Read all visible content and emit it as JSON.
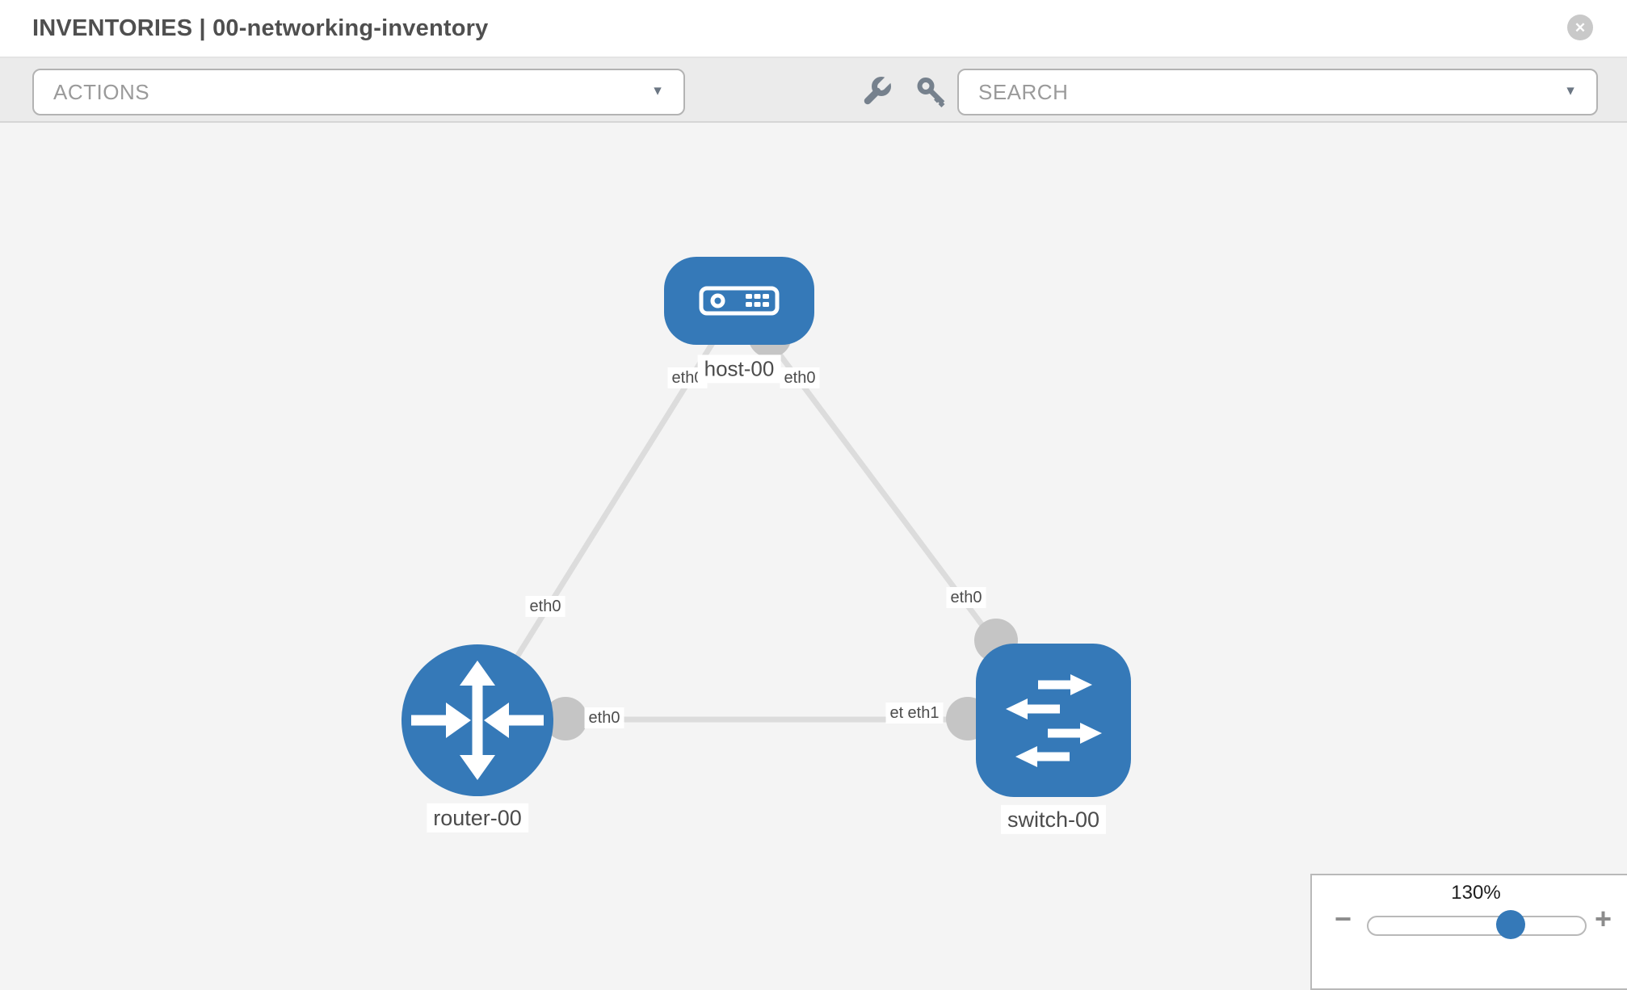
{
  "header": {
    "title": "INVENTORIES | 00-networking-inventory",
    "close_glyph": "✕"
  },
  "toolbar": {
    "actions": {
      "label": "ACTIONS",
      "caret_glyph": "▼"
    },
    "tools": [
      {
        "icon": "wrench"
      },
      {
        "icon": "key"
      }
    ],
    "search": {
      "label": "SEARCH",
      "caret_glyph": "▼"
    }
  },
  "topology": {
    "nodes": [
      {
        "id": "host-00",
        "label": "host-00",
        "type": "host"
      },
      {
        "id": "router-00",
        "label": "router-00",
        "type": "router"
      },
      {
        "id": "switch-00",
        "label": "switch-00",
        "type": "switch"
      }
    ],
    "links": [
      {
        "source": "host-00",
        "target": "router-00",
        "source_interface": "eth0",
        "target_interface": "eth0"
      },
      {
        "source": "host-00",
        "target": "switch-00",
        "source_interface": "eth0",
        "target_interface": "eth0"
      },
      {
        "source": "router-00",
        "target": "switch-00",
        "source_interface": "eth0",
        "target_interface": "eth1"
      }
    ],
    "interface_labels": {
      "host_to_router": "eth0",
      "host_to_switch": "eth0",
      "router_to_host": "eth0",
      "switch_to_host": "eth0",
      "router_to_switch": "eth0",
      "switch_to_router_hidden": "eth0",
      "switch_to_router": "eth1"
    }
  },
  "zoom_control": {
    "level": "130%",
    "minus_glyph": "−",
    "plus_glyph": "+"
  },
  "colors": {
    "node_blue": "#3579b8",
    "connector_gray": "#c5c5c5",
    "edge_gray": "#dcdcdc",
    "toolbar_bg": "#ebebeb",
    "canvas_bg": "#f4f4f4"
  }
}
